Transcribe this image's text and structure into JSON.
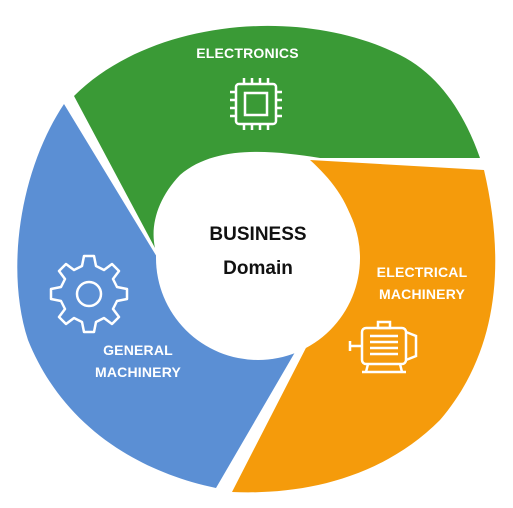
{
  "center": {
    "title": "BUSINESS",
    "subtitle": "Domain"
  },
  "segments": [
    {
      "label": "ELECTRONICS",
      "color": "#3a9a36",
      "icon": "chip-icon"
    },
    {
      "label_line1": "ELECTRICAL",
      "label_line2": "MACHINERY",
      "color": "#f59b0b",
      "icon": "electric-motor-icon"
    },
    {
      "label_line1": "GENERAL",
      "label_line2": "MACHINERY",
      "color": "#5b8fd4",
      "icon": "gear-icon"
    }
  ]
}
